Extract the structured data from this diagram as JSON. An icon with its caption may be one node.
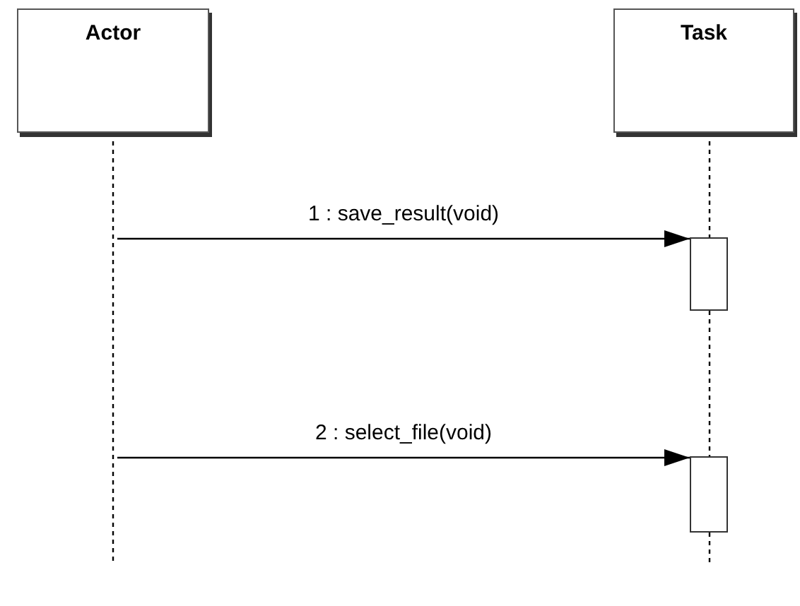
{
  "diagram": {
    "nodes": [
      {
        "text": [
          "Actor"
        ]
      },
      {
        "text": [
          "Task"
        ]
      },
      {
        "text": [],
        "shape": "bar"
      },
      {
        "text": [],
        "shape": "bar"
      }
    ],
    "edges": [
      {
        "from": 0,
        "to": null,
        "arrow": "none",
        "style": "dashed"
      },
      {
        "from": 1,
        "to": 2,
        "arrow": "none",
        "style": "dashed"
      },
      {
        "from": 2,
        "to": 3,
        "arrow": "none",
        "style": "dashed"
      },
      {
        "from": 3,
        "to": null,
        "arrow": "none",
        "style": "dashed"
      },
      {
        "from": null,
        "to": 2,
        "arrow": "to",
        "label": "1 : save_result(void)"
      },
      {
        "from": null,
        "to": 3,
        "arrow": "to",
        "label": "2 : select_file(void)"
      }
    ]
  }
}
